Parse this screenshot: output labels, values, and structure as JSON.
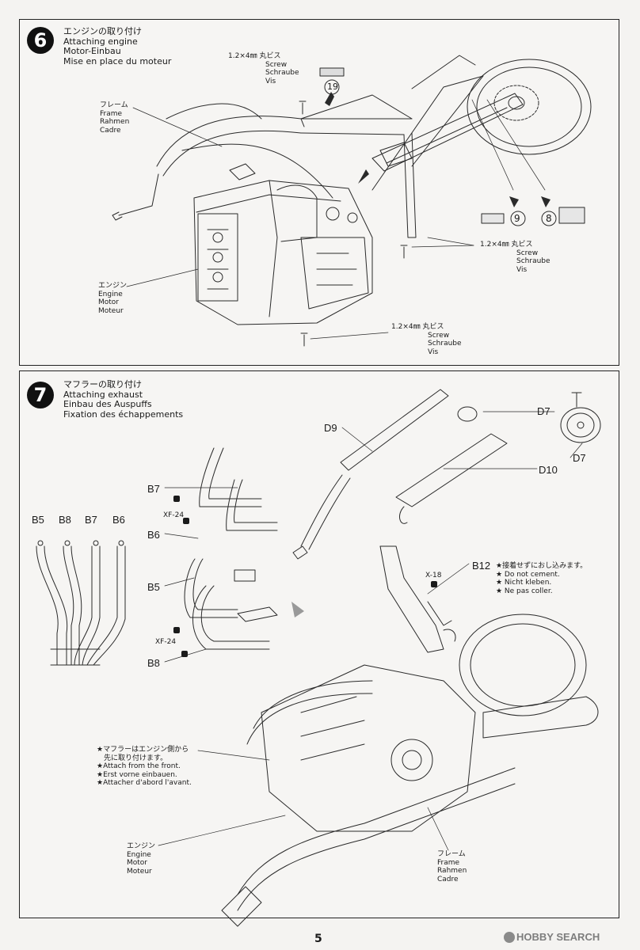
{
  "step6": {
    "number": "6",
    "title_ja": "エンジンの取り付け",
    "title_en": "Attaching engine",
    "title_de": "Motor-Einbau",
    "title_fr": "Mise en place du moteur",
    "screw_top": {
      "size": "1.2×4㎜ 丸ビス",
      "en": "Screw",
      "de": "Schraube",
      "fr": "Vis"
    },
    "screw_right": {
      "size": "1.2×4㎜ 丸ビス",
      "en": "Screw",
      "de": "Schraube",
      "fr": "Vis"
    },
    "screw_bottom": {
      "size": "1.2×4㎜ 丸ビス",
      "en": "Screw",
      "de": "Schraube",
      "fr": "Vis"
    },
    "frame": {
      "ja": "フレーム",
      "en": "Frame",
      "de": "Rahmen",
      "fr": "Cadre"
    },
    "engine": {
      "ja": "エンジン",
      "en": "Engine",
      "de": "Motor",
      "fr": "Moteur"
    },
    "decal_19": "19",
    "decal_9": "9",
    "decal_8": "8"
  },
  "step7": {
    "number": "7",
    "title_ja": "マフラーの取り付け",
    "title_en": "Attaching exhaust",
    "title_de": "Einbau des Auspuffs",
    "title_fr": "Fixation des échappements",
    "parts": {
      "D7_top": "D7",
      "D7_side": "D7",
      "D9": "D9",
      "D10": "D10",
      "B7": "B7",
      "B6": "B6",
      "B5": "B5",
      "B8": "B8",
      "row_B5": "B5",
      "row_B8": "B8",
      "row_B7": "B7",
      "row_B6": "B6",
      "B12": "B12"
    },
    "xf24_top": "XF-24",
    "xf24_bottom": "XF-24",
    "x18": "X-18",
    "b12_note": {
      "ja": "★接着せずにおし込みます。",
      "en": "★ Do not cement.",
      "de": "★ Nicht kleben.",
      "fr": "★ Ne pas coller."
    },
    "muffler_note": {
      "ja1": "★マフラーはエンジン側から",
      "ja2": "先に取り付けます。",
      "en": "★Attach from the front.",
      "de": "★Erst vorne einbauen.",
      "fr": "★Attacher d'abord l'avant."
    },
    "engine": {
      "ja": "エンジン",
      "en": "Engine",
      "de": "Motor",
      "fr": "Moteur"
    },
    "frame": {
      "ja": "フレーム",
      "en": "Frame",
      "de": "Rahmen",
      "fr": "Cadre"
    }
  },
  "page_number": "5",
  "watermark": "HOBBY SEARCH"
}
